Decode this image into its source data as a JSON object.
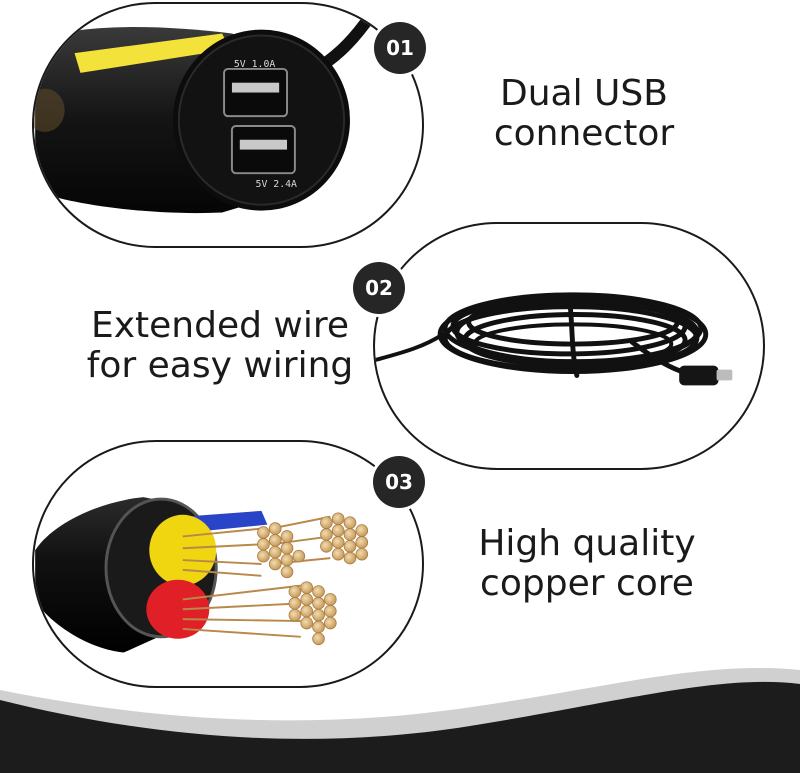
{
  "features": [
    {
      "number": "01",
      "caption_line1": "Dual USB",
      "caption_line2": "connector"
    },
    {
      "number": "02",
      "caption_line1": "Extended wire",
      "caption_line2": "for easy wiring"
    },
    {
      "number": "03",
      "caption_line1": "High quality",
      "caption_line2": "copper core"
    }
  ],
  "usb_ports": {
    "top_label": "5V 1.0A",
    "bottom_label": "5V 2.4A"
  },
  "colors": {
    "badge": "#262626",
    "outline": "#1a1a1a",
    "footer": "#1c1c1c",
    "label_sticker": "#f2e23a",
    "wire_yellow": "#f0d511",
    "wire_red": "#e01f26",
    "copper": "#d9b987"
  }
}
